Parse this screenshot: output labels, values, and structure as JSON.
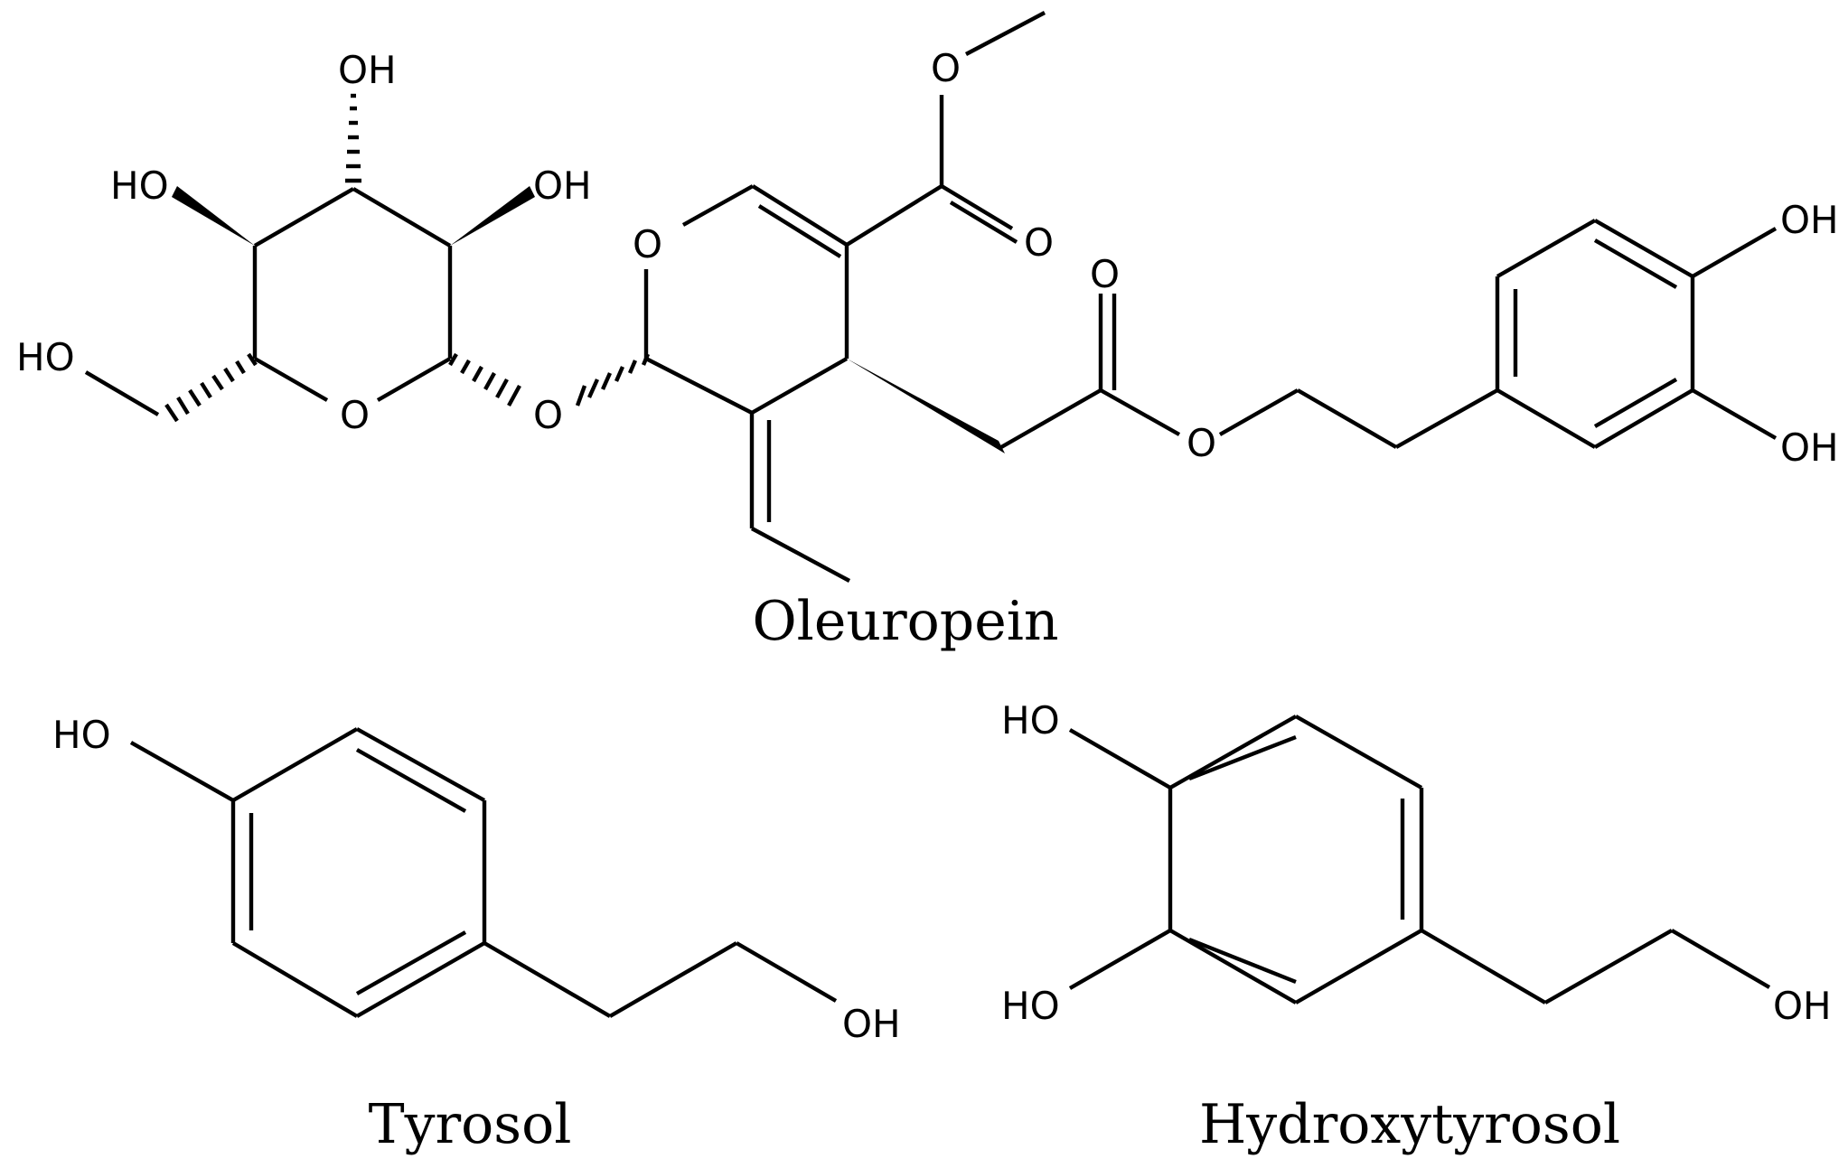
{
  "molecules": {
    "oleuropein": {
      "name": "Oleuropein",
      "labels": {
        "oh_top": "OH",
        "ho_left": "HO",
        "oh_right": "OH",
        "ho_ch2": "HO",
        "o_ring_sugar": "O",
        "o_glycosidic": "O",
        "o_ring_pyran": "O",
        "o_ester_methyl": "O",
        "o_carbonyl_methyl": "O",
        "o_carbonyl_ester": "O",
        "o_ester": "O",
        "oh_catechol_top": "OH",
        "oh_catechol_bottom": "OH"
      }
    },
    "tyrosol": {
      "name": "Tyrosol",
      "labels": {
        "ho": "HO",
        "oh": "OH"
      }
    },
    "hydroxytyrosol": {
      "name": "Hydroxytyrosol",
      "labels": {
        "ho_top": "HO",
        "ho_bottom": "HO",
        "oh": "OH"
      }
    }
  },
  "colors": {
    "ink": "#000000",
    "background": "#ffffff"
  }
}
